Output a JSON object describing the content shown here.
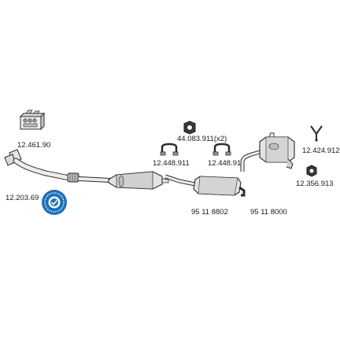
{
  "parts": {
    "mounting_kit": {
      "number": "12.461.90",
      "icon": "mounting-kit-box-icon"
    },
    "front_pipe": {
      "number": "12.203.69",
      "icon": "front-pipe-icon"
    },
    "certification_badge": {
      "icon": "blue-angel-certification-icon"
    },
    "catalytic_converter": {
      "icon": "catalytic-converter-icon"
    },
    "rubber_mount": {
      "number": "44.083.911(x2)",
      "icon": "rubber-mount-icon"
    },
    "clamp_left": {
      "number": "12.448.911",
      "icon": "clamp-icon"
    },
    "clamp_right": {
      "number": "12.448.911",
      "icon": "clamp-icon"
    },
    "middle_silencer": {
      "number": "95 11 8802",
      "icon": "middle-silencer-icon"
    },
    "rear_silencer": {
      "number": "95 11 8000",
      "icon": "rear-silencer-icon"
    },
    "hanger": {
      "number": "12.424.912",
      "icon": "hanger-icon"
    },
    "ring_mount": {
      "number": "12.356.913",
      "icon": "ring-mount-icon"
    }
  },
  "colors": {
    "line": "#2b2b2b",
    "fill": "#e6e6e6",
    "shade": "#b8b8b8",
    "badge_blue": "#1f6fb8",
    "label": "#1a1a1a"
  }
}
